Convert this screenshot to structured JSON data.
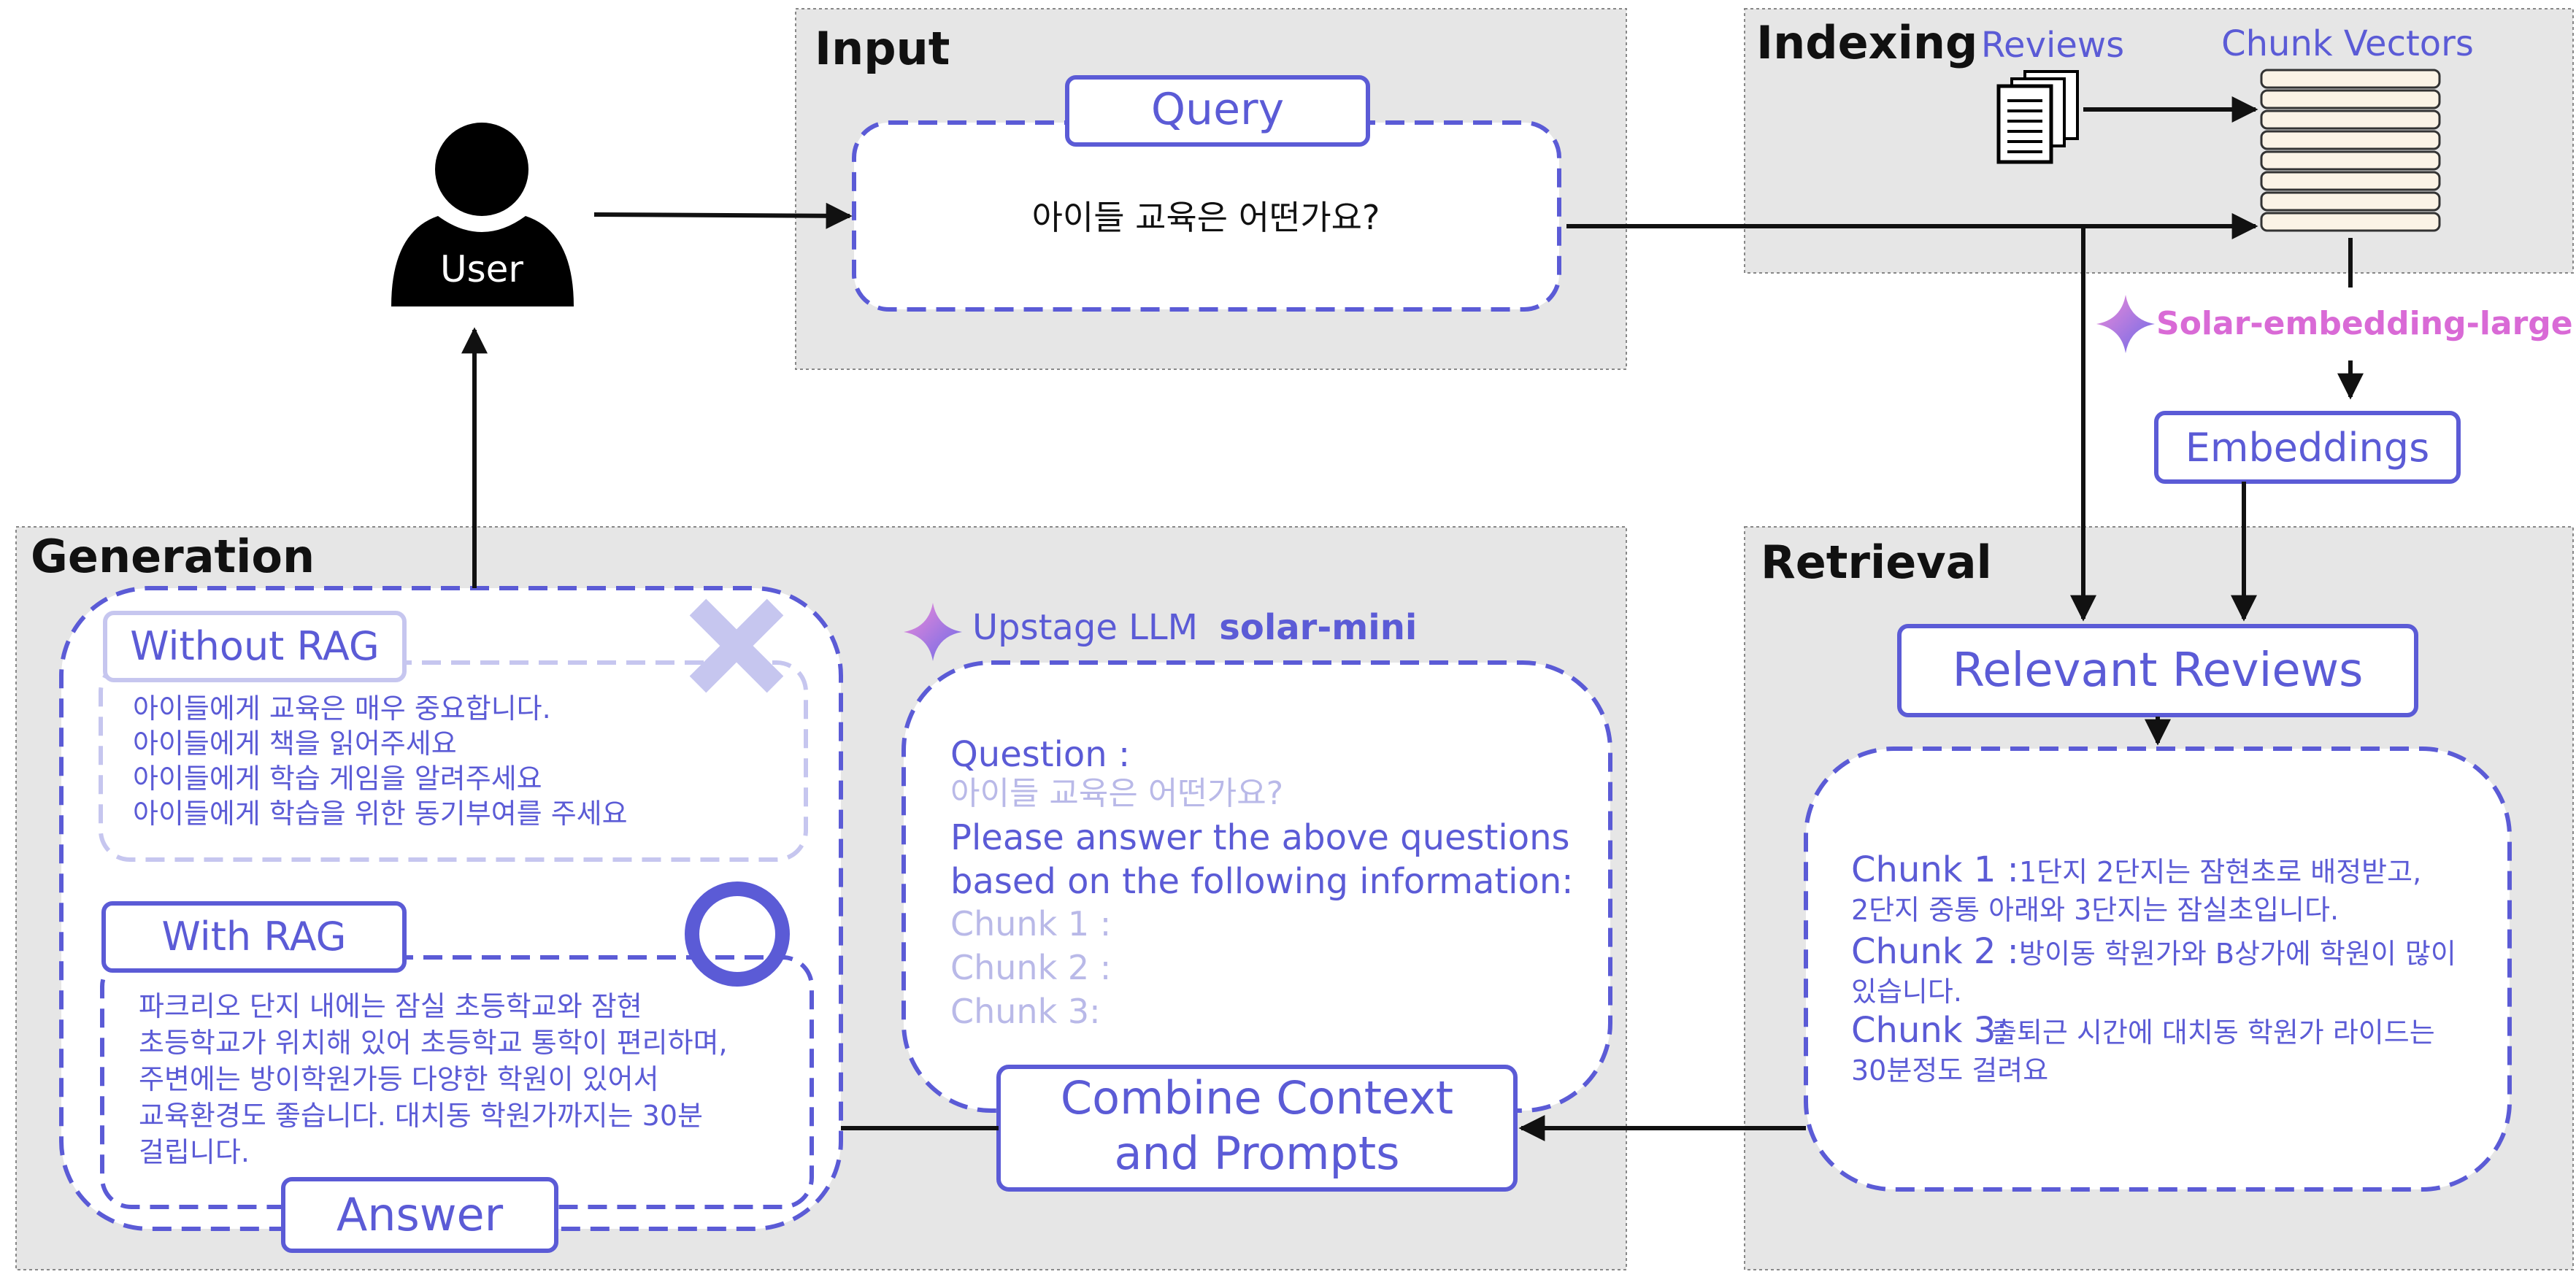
{
  "sections": {
    "input": "Input",
    "indexing": "Indexing",
    "retrieval": "Retrieval",
    "generation": "Generation"
  },
  "user_label": "User",
  "query": {
    "label": "Query",
    "text": "아이들 교육은 어떤가요?"
  },
  "indexing": {
    "reviews_label": "Reviews",
    "chunk_vectors_label": "Chunk Vectors",
    "model_name": "Solar-embedding-large",
    "embeddings_label": "Embeddings"
  },
  "retrieval": {
    "relevant_reviews_label": "Relevant Reviews",
    "chunks": [
      {
        "label": "Chunk 1 :",
        "lines": [
          "1단지 2단지는 잠현초로 배정받고,",
          "2단지 중통 아래와 3단지는 잠실초입니다."
        ]
      },
      {
        "label": "Chunk 2 :",
        "lines": [
          "방이동 학원가와 B상가에 학원이 많이",
          "있습니다."
        ]
      },
      {
        "label": "Chunk 3:",
        "lines": [
          "출퇴근 시간에 대치동 학원가 라이드는",
          "30분정도 걸려요"
        ]
      }
    ]
  },
  "llm": {
    "prefix": "Upstage LLM",
    "model": "solar-mini"
  },
  "prompt": {
    "question_label": "Question :",
    "question_text": "아이들 교육은 어떤가요?",
    "instruction_lines": [
      "Please answer the above questions",
      "based on the following information:"
    ],
    "chunk_placeholders": [
      "Chunk 1 :",
      "Chunk 2 :",
      "Chunk 3:"
    ]
  },
  "combine": {
    "lines": [
      "Combine Context",
      "and Prompts"
    ]
  },
  "generation": {
    "without_rag": {
      "label": "Without RAG",
      "lines": [
        "아이들에게 교육은 매우 중요합니다.",
        "아이들에게 책을 읽어주세요",
        "아이들에게 학습 게임을 알려주세요",
        "아이들에게 학습을 위한 동기부여를 주세요"
      ]
    },
    "with_rag": {
      "label": "With RAG",
      "lines": [
        "파크리오 단지 내에는 잠실 초등학교와 잠현",
        "초등학교가 위치해 있어 초등학교 통학이 편리하며,",
        "주변에는 방이학원가등 다양한 학원이 있어서",
        "교육환경도 좋습니다. 대치동 학원가까지는 30분",
        "걸립니다."
      ]
    },
    "answer_label": "Answer"
  },
  "colors": {
    "accent": "#5b5bd6",
    "faint": "#b9b9e8",
    "pink": "#d96ad6",
    "panel": "#e6e6e6",
    "chunk_fill": "#fbf3e6"
  }
}
